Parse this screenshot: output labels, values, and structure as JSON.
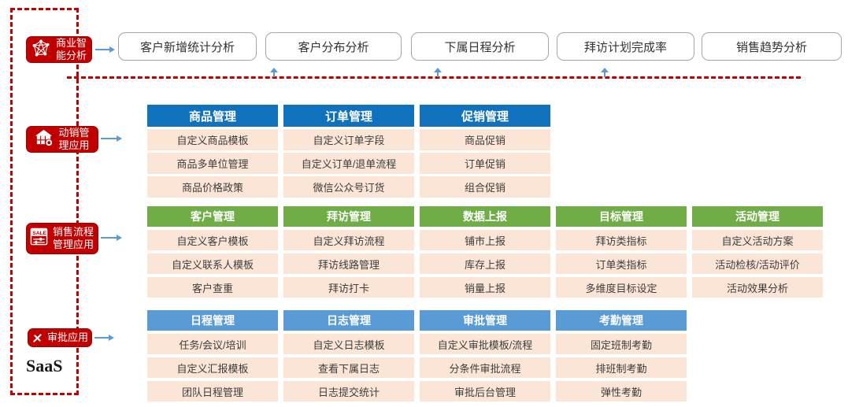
{
  "diagram": {
    "platform_label": "SaaS",
    "colors": {
      "primary_red": "#C00000",
      "blue_header": "#1071BC",
      "green_header": "#70AD47",
      "light_blue_header": "#5B9BD5",
      "item_bg": "#FBE5D6",
      "arrow_blue": "#5B9BD5"
    },
    "modules": [
      {
        "label": "商业智能分析",
        "icon": "network-graph-icon"
      },
      {
        "label": "动销管理应用",
        "icon": "storefront-icon"
      },
      {
        "label": "销售流程管理应用",
        "icon": "sale-tag-icon"
      },
      {
        "label": "审批应用",
        "icon": "crossed-tools-icon"
      }
    ],
    "bi_reports": [
      "客户新增统计分析",
      "客户分布分析",
      "下属日程分析",
      "拜访计划完成率",
      "销售趋势分析"
    ],
    "sections": [
      {
        "theme": "blue",
        "columns": [
          {
            "header": "商品管理",
            "items": [
              "自定义商品模板",
              "商品多单位管理",
              "商品价格政策"
            ]
          },
          {
            "header": "订单管理",
            "items": [
              "自定义订单字段",
              "自定义订单/退单流程",
              "微信公众号订货"
            ]
          },
          {
            "header": "促销管理",
            "items": [
              "商品促销",
              "订单促销",
              "组合促销"
            ]
          }
        ]
      },
      {
        "theme": "green",
        "columns": [
          {
            "header": "客户管理",
            "items": [
              "自定义客户模板",
              "自定义联系人模板",
              "客户查重"
            ]
          },
          {
            "header": "拜访管理",
            "items": [
              "自定义拜访流程",
              "拜访线路管理",
              "拜访打卡"
            ]
          },
          {
            "header": "数据上报",
            "items": [
              "铺市上报",
              "库存上报",
              "销量上报"
            ]
          },
          {
            "header": "目标管理",
            "items": [
              "拜访类指标",
              "订单类指标",
              "多维度目标设定"
            ]
          },
          {
            "header": "活动管理",
            "items": [
              "自定义活动方案",
              "活动检核/活动评价",
              "活动效果分析"
            ]
          }
        ]
      },
      {
        "theme": "lightblue",
        "columns": [
          {
            "header": "日程管理",
            "items": [
              "任务/会议/培训",
              "自定义汇报模板",
              "团队日程管理"
            ]
          },
          {
            "header": "日志管理",
            "items": [
              "自定义日志模板",
              "查看下属日志",
              "日志提交统计"
            ]
          },
          {
            "header": "审批管理",
            "items": [
              "自定义审批模板/流程",
              "分条件审批流程",
              "审批后台管理"
            ]
          },
          {
            "header": "考勤管理",
            "items": [
              "固定班制考勤",
              "排班制考勤",
              "弹性考勤"
            ]
          }
        ]
      }
    ]
  }
}
